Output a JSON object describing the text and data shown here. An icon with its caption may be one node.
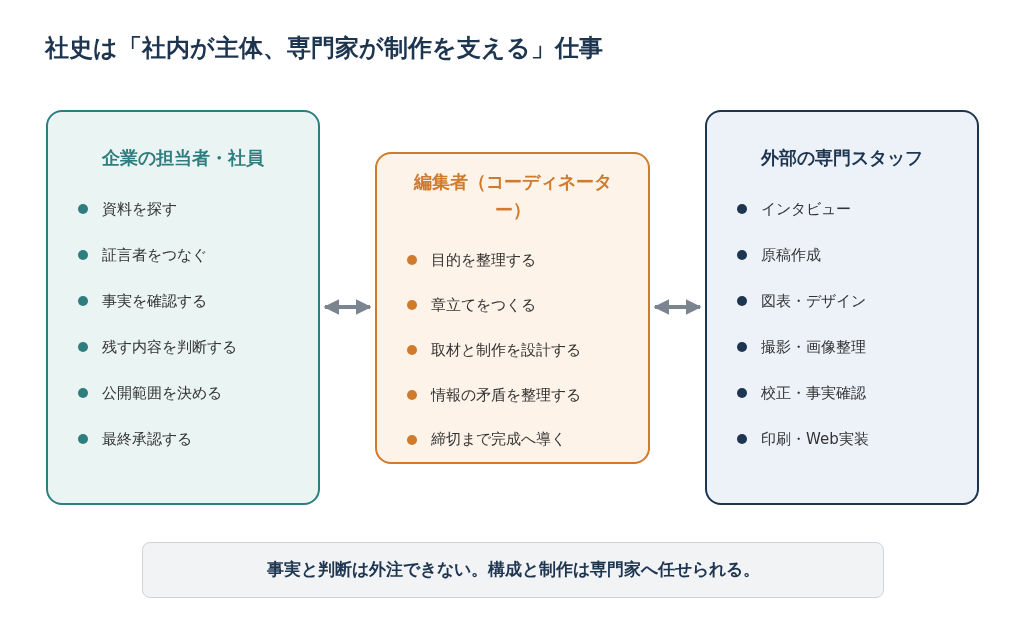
{
  "diagram": {
    "title": "社史は「社内が主体、専門家が制作を支える」仕事",
    "nodes": [
      {
        "text": [
          "企業の担当者・社員",
          "資料を探す",
          "証言者をつなぐ",
          "事実を確認する",
          "残す内容を判断する",
          "公開範囲を決める",
          "最終承認する"
        ]
      },
      {
        "text": [
          "編集者（コーディネーター）",
          "目的を整理する",
          "章立てをつくる",
          "取材と制作を設計する",
          "情報の矛盾を整理する",
          "締切まで完成へ導く"
        ]
      },
      {
        "text": [
          "外部の専門スタッフ",
          "インタビュー",
          "原稿作成",
          "図表・デザイン",
          "撮影・画像整理",
          "校正・事実確認",
          "印刷・Web実装"
        ]
      },
      {
        "text": [
          "事実と判断は外注できない。構成と制作は専門家へ任せられる。"
        ]
      }
    ],
    "edges": [
      {
        "from": 0,
        "to": 1,
        "arrow": "both"
      },
      {
        "from": 1,
        "to": 2,
        "arrow": "both"
      }
    ]
  }
}
